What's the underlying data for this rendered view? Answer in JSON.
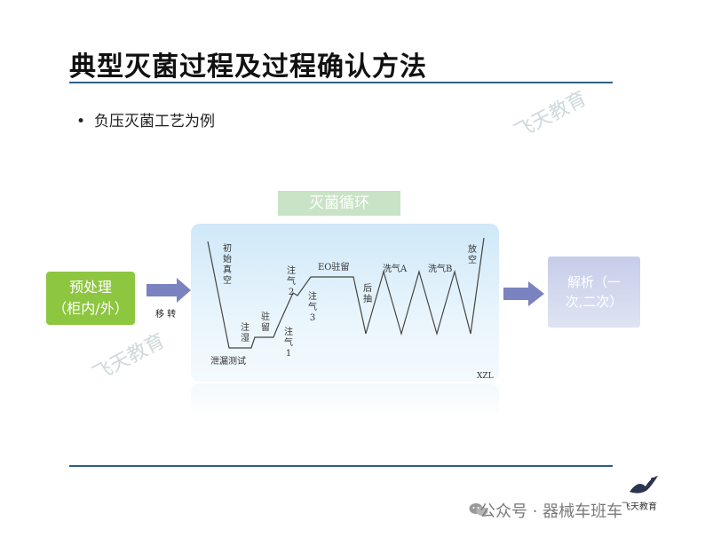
{
  "title": "典型灭菌过程及过程确认方法",
  "bullet": "负压灭菌工艺为例",
  "watermark": "飞天教育",
  "cycle_label": "灭菌循环",
  "pre_box": {
    "line1": "预处理",
    "line2": "（柜内/外）"
  },
  "post_box": {
    "line1": "解析（一",
    "line2": "次,二次）"
  },
  "move_label": "移 转",
  "corner_tag": "XZL",
  "phases": {
    "initial_vacuum": "初始真空",
    "leak_test": "泄漏测试",
    "humidify": "注湿",
    "dwell": "驻留",
    "inject1": [
      "注",
      "气",
      "1"
    ],
    "inject2": [
      "注",
      "气",
      "2"
    ],
    "inject3": [
      "注",
      "气",
      "3"
    ],
    "eo_dwell": "EO驻留",
    "post_evac": "后抽",
    "wash_a": "洗气A",
    "wash_b": "洗气B",
    "release": "放空"
  },
  "footer": "公众号 · 器械车班车",
  "logo_text": "飞天教育",
  "colors": {
    "rule": "#2f5f86",
    "pre_box": "#8dc63f",
    "post_box": "#c7cdea",
    "arrow": "#7a83bf",
    "cycle_label_bg": "#c9e3c6",
    "panel": "#cfe8f8"
  },
  "icons": [
    "arrow-right-icon",
    "wechat-icon",
    "crane-logo-icon"
  ]
}
